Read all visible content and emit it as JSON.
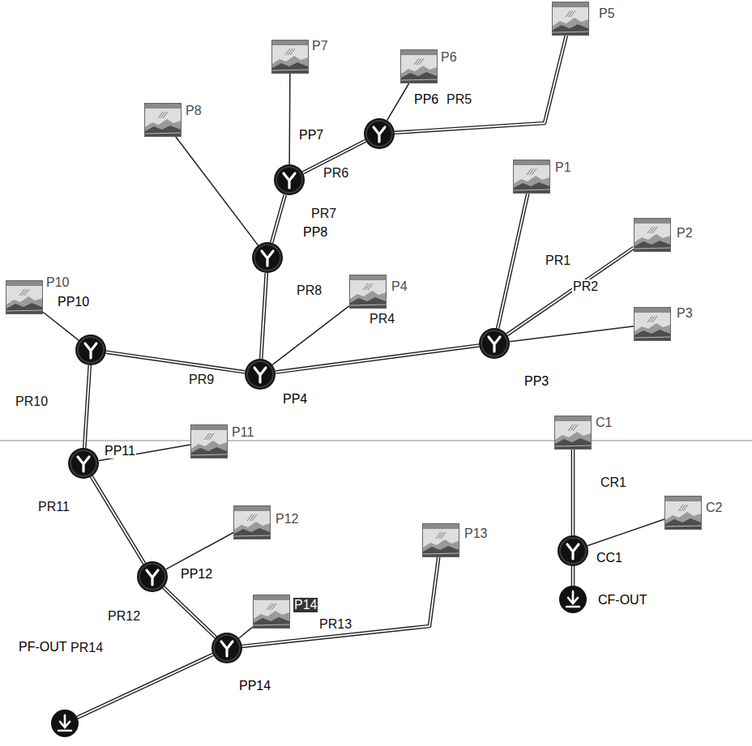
{
  "diagram": {
    "nodes": [
      {
        "text": [
          "P5"
        ]
      },
      {
        "text": [
          "P7"
        ]
      },
      {
        "text": [
          "P6"
        ]
      },
      {
        "text": [
          "PP6"
        ]
      },
      {
        "text": [
          "PP7"
        ]
      },
      {
        "text": [
          "P8"
        ]
      },
      {
        "text": [
          "P1"
        ]
      },
      {
        "text": [
          "PP8"
        ]
      },
      {
        "text": [
          "P2"
        ]
      },
      {
        "text": [
          "P10"
        ]
      },
      {
        "text": [
          "PP10"
        ]
      },
      {
        "text": [
          "P4"
        ]
      },
      {
        "text": [
          "PP4"
        ]
      },
      {
        "text": [
          "PP3"
        ]
      },
      {
        "text": [
          "P3"
        ]
      },
      {
        "text": [
          "P11"
        ]
      },
      {
        "text": [
          "C1"
        ]
      },
      {
        "text": [
          "PP11"
        ]
      },
      {
        "text": [
          "C2"
        ]
      },
      {
        "text": [
          "CC1"
        ]
      },
      {
        "text": [
          "P12"
        ]
      },
      {
        "text": [
          "P13"
        ]
      },
      {
        "text": [
          "PP12"
        ]
      },
      {
        "text": [
          "CF-OUT"
        ]
      },
      {
        "text": [
          "P14"
        ]
      },
      {
        "text": [
          "PP14"
        ]
      },
      {
        "text": [
          "PF-OUT"
        ]
      }
    ],
    "edges": [
      {
        "from": 6,
        "to": 13,
        "arrow": "none"
      },
      {
        "from": 8,
        "to": 13,
        "arrow": "none"
      },
      {
        "from": 14,
        "to": 13,
        "arrow": "none"
      },
      {
        "from": 13,
        "to": 12,
        "arrow": "none"
      },
      {
        "from": 11,
        "to": 12,
        "arrow": "none"
      },
      {
        "from": 0,
        "to": 3,
        "arrow": "none"
      },
      {
        "from": 2,
        "to": 3,
        "arrow": "none"
      },
      {
        "from": 3,
        "to": 4,
        "arrow": "none"
      },
      {
        "from": 1,
        "to": 4,
        "arrow": "none"
      },
      {
        "from": 4,
        "to": 7,
        "arrow": "none"
      },
      {
        "from": 5,
        "to": 7,
        "arrow": "none"
      },
      {
        "from": 7,
        "to": 12,
        "arrow": "none"
      },
      {
        "from": 12,
        "to": 10,
        "arrow": "none"
      },
      {
        "from": 9,
        "to": 10,
        "arrow": "none"
      },
      {
        "from": 10,
        "to": 17,
        "arrow": "none"
      },
      {
        "from": 15,
        "to": 17,
        "arrow": "none"
      },
      {
        "from": 17,
        "to": 22,
        "arrow": "none"
      },
      {
        "from": 20,
        "to": 22,
        "arrow": "none"
      },
      {
        "from": 22,
        "to": 25,
        "arrow": "none"
      },
      {
        "from": 24,
        "to": 25,
        "arrow": "none"
      },
      {
        "from": 21,
        "to": 25,
        "arrow": "none"
      },
      {
        "from": 25,
        "to": 26,
        "arrow": "none"
      },
      {
        "from": 16,
        "to": 19,
        "arrow": "none"
      },
      {
        "from": 18,
        "to": 19,
        "arrow": "none"
      },
      {
        "from": 19,
        "to": 23,
        "arrow": "none"
      }
    ],
    "labels": [
      "PR1",
      "PR2",
      "PR4",
      "PR5",
      "PR6",
      "PR7",
      "PR8",
      "PR9",
      "PR10",
      "PR11",
      "PR12",
      "PR13",
      "PR14",
      "CR1"
    ]
  }
}
